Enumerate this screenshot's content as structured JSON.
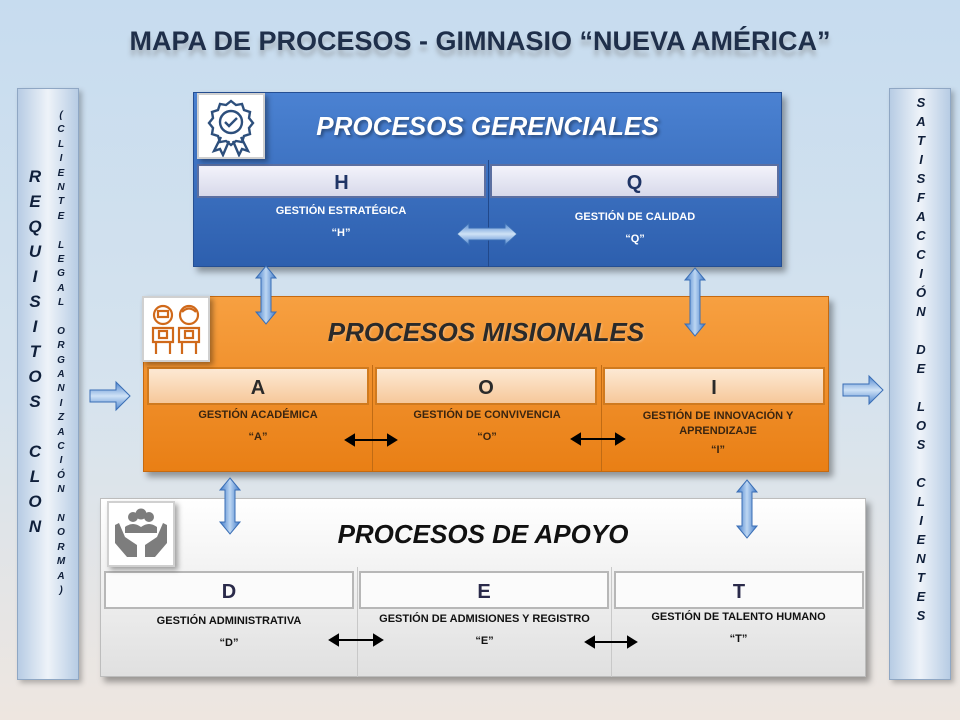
{
  "title": "MAPA DE PROCESOS - GIMNASIO “NUEVA AMÉRICA”",
  "left_column": {
    "main": "REQUISITOS CLON",
    "sub": "(CLIENTE LEGAL ORGANIZACIÓN NORMA)"
  },
  "right_column": {
    "text": "SATISFACCIÓN DE LOS CLIENTES"
  },
  "gerenciales": {
    "title": "PROCESOS GERENCIALES",
    "icon": "certificate-badge-icon",
    "color": "#2d5fae",
    "items": [
      {
        "letter": "H",
        "name": "GESTIÓN ESTRATÉGICA",
        "code": "“H”"
      },
      {
        "letter": "Q",
        "name": "GESTIÓN DE CALIDAD",
        "code": "“Q”"
      }
    ]
  },
  "misionales": {
    "title": "PROCESOS MISIONALES",
    "icon": "students-icon",
    "color": "#e97f15",
    "items": [
      {
        "letter": "A",
        "name": "GESTIÓN ACADÉMICA",
        "code": "“A”"
      },
      {
        "letter": "O",
        "name": "GESTIÓN DE CONVIVENCIA",
        "code": "“O”"
      },
      {
        "letter": "I",
        "name": "GESTIÓN DE INNOVACIÓN Y APRENDIZAJE",
        "code": "“I”"
      }
    ]
  },
  "apoyo": {
    "title": "PROCESOS DE APOYO",
    "icon": "helping-hands-icon",
    "color": "#e0e0e0",
    "items": [
      {
        "letter": "D",
        "name": "GESTIÓN ADMINISTRATIVA",
        "code": "“D”"
      },
      {
        "letter": "E",
        "name": "GESTIÓN DE ADMISIONES Y REGISTRO",
        "code": "“E”"
      },
      {
        "letter": "T",
        "name": "GESTIÓN DE TALENTO HUMANO",
        "code": "“T”"
      }
    ]
  }
}
